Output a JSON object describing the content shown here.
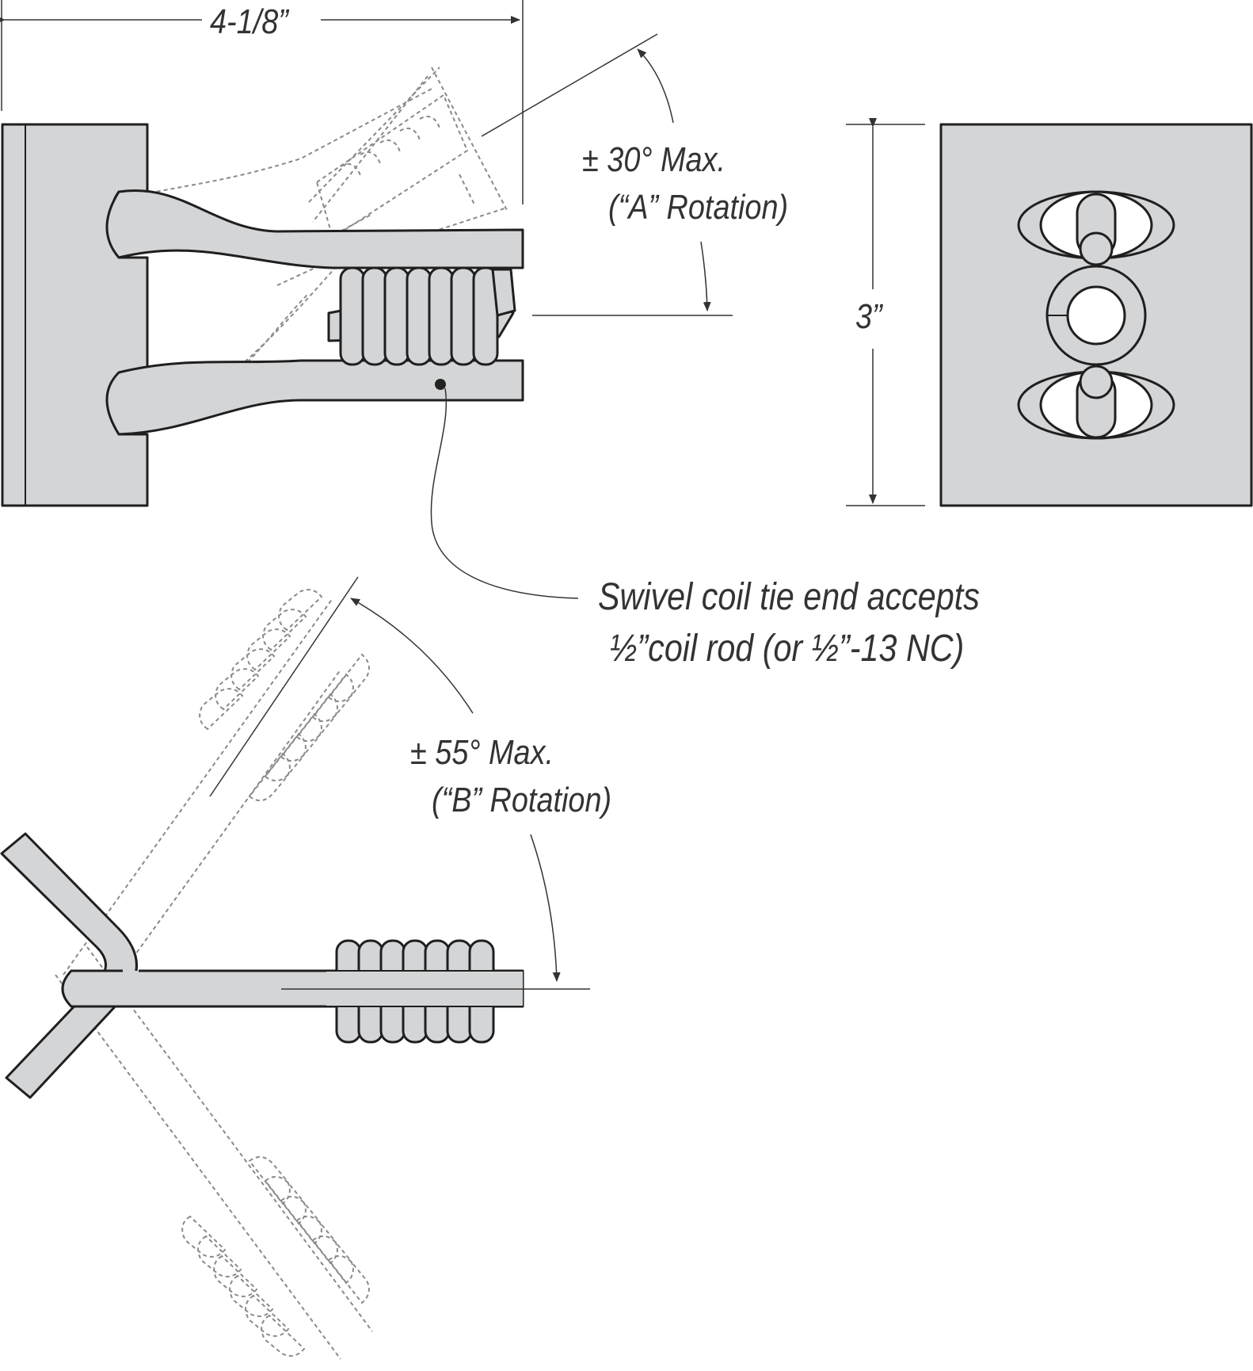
{
  "figure": {
    "dimension_width": "4-1/8”",
    "dimension_height": "3”",
    "rotation_a": {
      "angle": "± 30° Max.",
      "name": "(“A” Rotation)"
    },
    "rotation_b": {
      "angle": "± 55° Max.",
      "name": "(“B” Rotation)"
    },
    "callout": {
      "line1": "Swivel coil tie end accepts",
      "line2": "½”coil rod (or ½”-13 NC)"
    },
    "colors": {
      "part_fill": "#d4d5d7",
      "outline": "#1f1f1f",
      "hidden_line": "#8a8a8a",
      "text": "#333333"
    }
  }
}
